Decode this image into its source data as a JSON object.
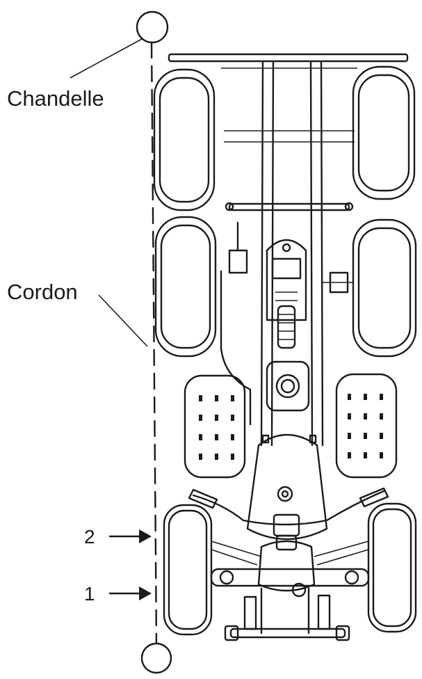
{
  "labels": {
    "candle": "Chandelle",
    "cord": "Cordon",
    "marker_2": "2",
    "marker_1": "1"
  },
  "colors": {
    "ink": "#1a1a1a",
    "background": "#ffffff"
  }
}
